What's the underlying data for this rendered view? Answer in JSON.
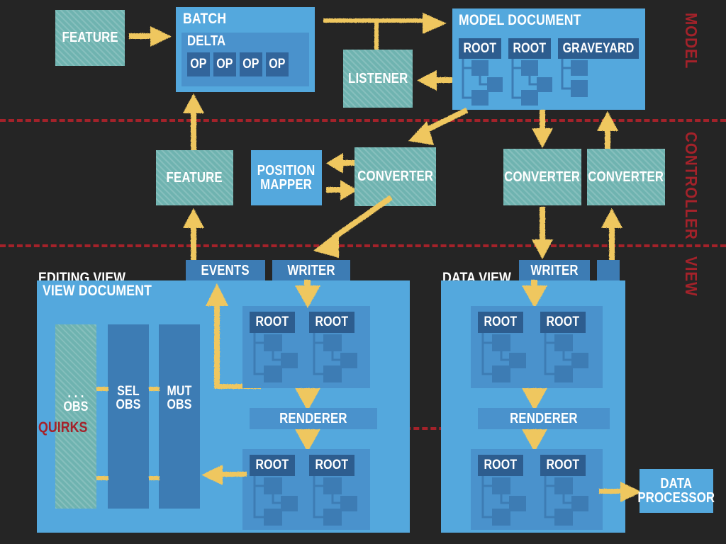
{
  "meta": {
    "diagram_title": "Model / Controller / View architecture",
    "colors": {
      "background": "#252525",
      "accent_arrow": "#efc75e",
      "divider_red": "#a4222a",
      "light_blue": "#54a8dd",
      "mid_blue": "#4a92cc",
      "medium_blue": "#3d7cb4",
      "dark_blue": "#32659b",
      "navy": "#2d5d8f",
      "teal_hatched": "#6fb3b0",
      "text_white": "#ffffff"
    }
  },
  "layers": [
    {
      "id": "model",
      "label": "MODEL"
    },
    {
      "id": "controller",
      "label": "CONTROLLER"
    },
    {
      "id": "view",
      "label": "VIEW"
    }
  ],
  "model": {
    "feature": {
      "label": "FEATURE"
    },
    "batch": {
      "label": "BATCH",
      "delta": {
        "label": "DELTA",
        "ops": [
          {
            "label": "OP"
          },
          {
            "label": "OP"
          },
          {
            "label": "OP"
          },
          {
            "label": "OP"
          }
        ]
      }
    },
    "listener": {
      "label": "LISTENER"
    },
    "model_document": {
      "label": "MODEL DOCUMENT",
      "trees": [
        {
          "label": "ROOT"
        },
        {
          "label": "ROOT"
        },
        {
          "label": "GRAVEYARD"
        }
      ]
    }
  },
  "controller": {
    "feature": {
      "label": "FEATURE"
    },
    "position_mapper": {
      "label": "POSITION\nMAPPER"
    },
    "converter_editing": {
      "label": "CONVERTER"
    },
    "converter_data_down": {
      "label": "CONVERTER"
    },
    "converter_data_up": {
      "label": "CONVERTER"
    }
  },
  "view": {
    "quirks_label": "QUIRKS",
    "editing_view": {
      "title": "EDITING VIEW",
      "events": {
        "label": "EVENTS"
      },
      "writer": {
        "label": "WRITER"
      },
      "view_document": {
        "label": "VIEW DOCUMENT",
        "observers": [
          {
            "label": ". . .\nOBS",
            "style": "teal"
          },
          {
            "label": "SEL\nOBS",
            "style": "blue"
          },
          {
            "label": "MUT\nOBS",
            "style": "blue"
          }
        ],
        "tree_group_top": [
          {
            "label": "ROOT"
          },
          {
            "label": "ROOT"
          }
        ],
        "renderer": {
          "label": "RENDERER"
        },
        "tree_group_bottom": [
          {
            "label": "ROOT"
          },
          {
            "label": "ROOT"
          }
        ]
      }
    },
    "data_view": {
      "title": "DATA VIEW",
      "writer": {
        "label": "WRITER"
      },
      "extra_tab": {
        "label": ""
      },
      "view_document": {
        "tree_group_top": [
          {
            "label": "ROOT"
          },
          {
            "label": "ROOT"
          }
        ],
        "renderer": {
          "label": "RENDERER"
        },
        "tree_group_bottom": [
          {
            "label": "ROOT"
          },
          {
            "label": "ROOT"
          }
        ]
      }
    },
    "data_processor": {
      "label": "DATA\nPROCESSOR"
    }
  }
}
